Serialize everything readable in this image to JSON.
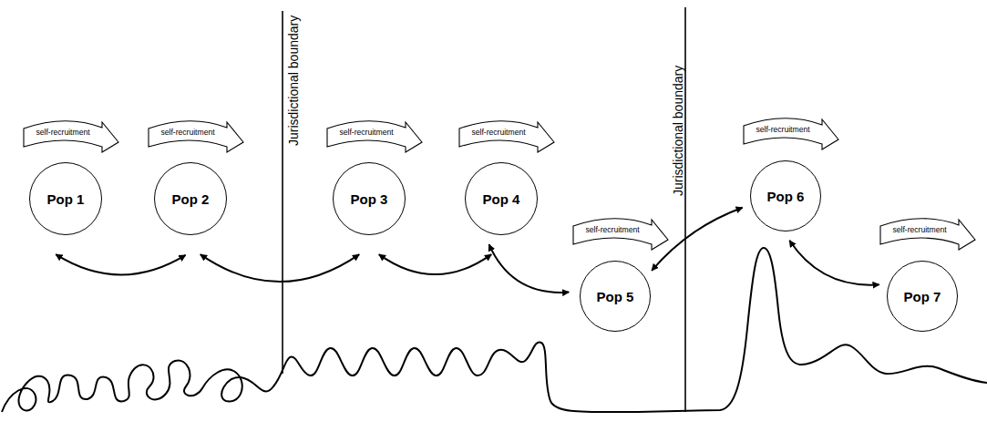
{
  "diagram": {
    "nodes": [
      {
        "text": [
          "Pop 1"
        ]
      },
      {
        "text": [
          "Pop 2"
        ]
      },
      {
        "text": [
          "Pop 3"
        ]
      },
      {
        "text": [
          "Pop 4"
        ]
      },
      {
        "text": [
          "Pop 5"
        ]
      },
      {
        "text": [
          "Pop 6"
        ]
      },
      {
        "text": [
          "Pop 7"
        ]
      }
    ],
    "edges": [
      {
        "from": 0,
        "to": 1,
        "arrow": "both"
      },
      {
        "from": 1,
        "to": 2,
        "arrow": "both"
      },
      {
        "from": 2,
        "to": 3,
        "arrow": "both"
      },
      {
        "from": 3,
        "to": 4,
        "arrow": "both"
      },
      {
        "from": 4,
        "to": 5,
        "arrow": "both"
      },
      {
        "from": 5,
        "to": 6,
        "arrow": "both"
      }
    ],
    "labels": [
      "self-recruitment",
      "self-recruitment",
      "self-recruitment",
      "self-recruitment",
      "self-recruitment",
      "self-recruitment",
      "self-recruitment",
      "Jurisdictional boundary",
      "Jurisdictional boundary"
    ]
  }
}
